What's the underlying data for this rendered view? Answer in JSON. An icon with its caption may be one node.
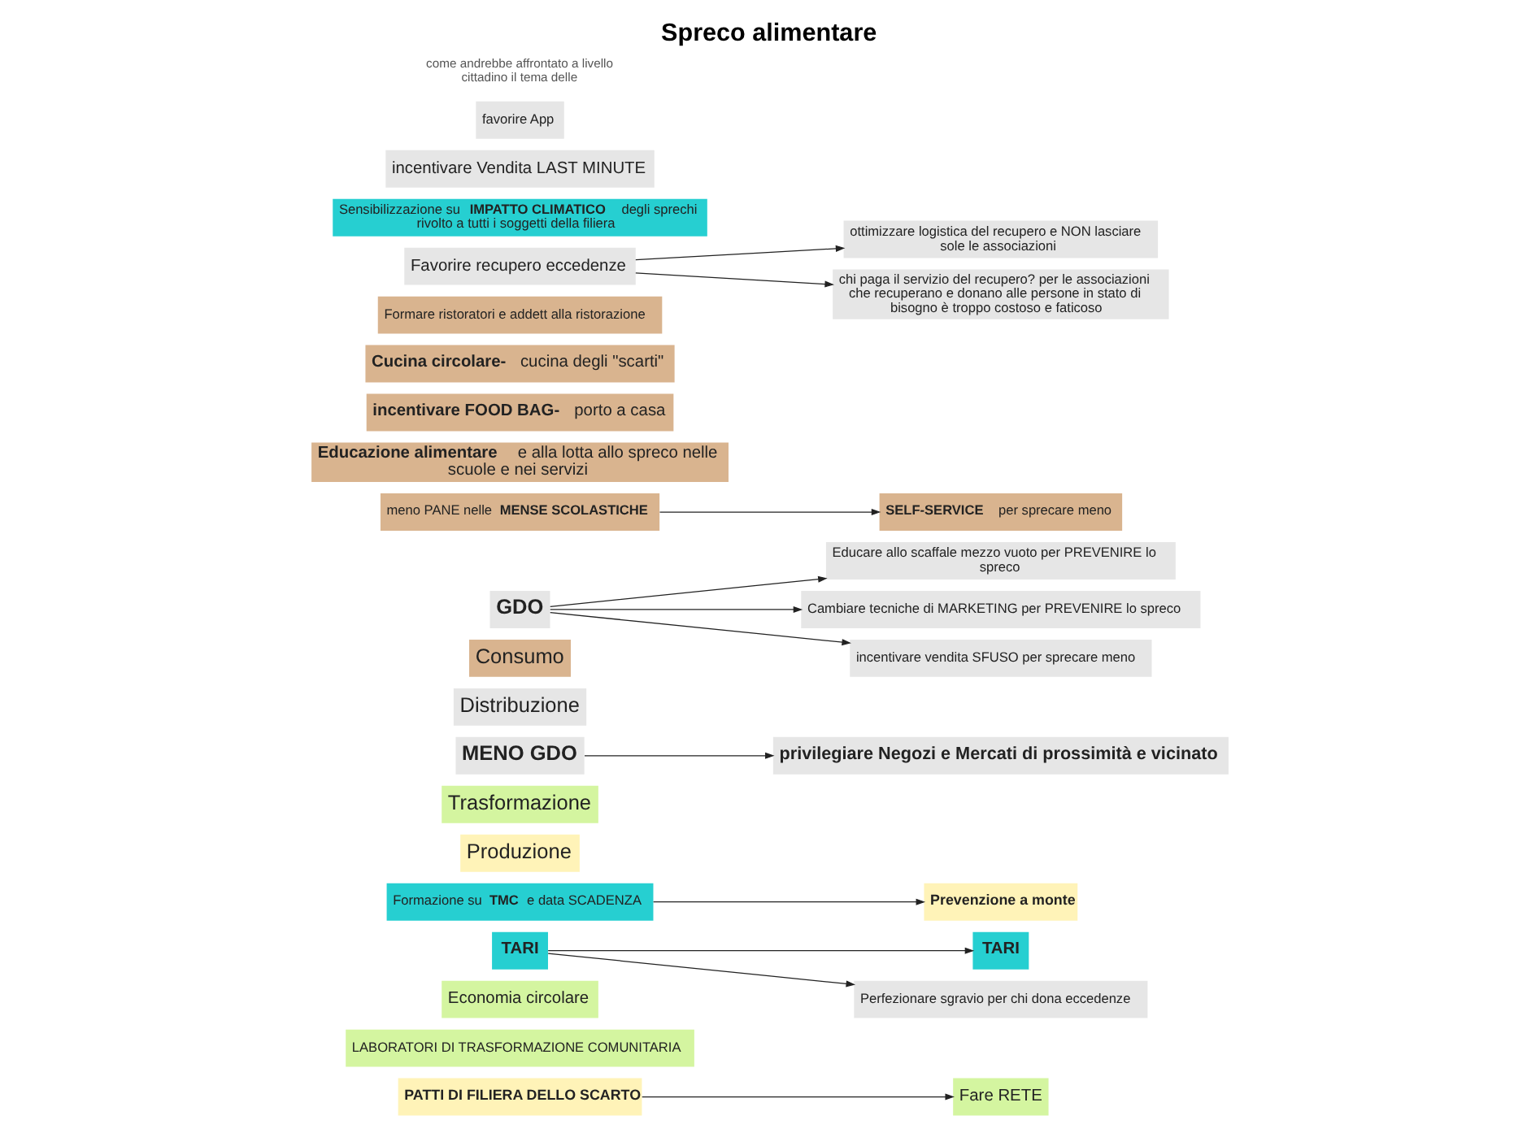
{
  "diagram": {
    "title": "Spreco alimentare",
    "nodes": [
      {
        "text": [
          "PATTI DI FILIERA DELLO SCARTO"
        ]
      },
      {
        "text": [
          "Fare RETE"
        ]
      },
      {
        "text": [
          "LABORATORI DI TRASFORMAZIONE COMUNITARIA"
        ]
      },
      {
        "text": [
          "Economia circolare"
        ]
      },
      {
        "text": [
          "TARI"
        ]
      },
      {
        "text": [
          "Prevenzione a monte"
        ]
      },
      {
        "text": [
          "Produzione"
        ]
      },
      {
        "text": [
          "Trasformazione"
        ]
      },
      {
        "text": [
          "MENO GDO"
        ]
      },
      {
        "text": [
          "privilegiare Negozi e Mercati di prossimità e vicinato"
        ]
      },
      {
        "text": [
          "Distribuzione"
        ]
      },
      {
        "text": [
          "Consumo"
        ]
      },
      {
        "text": [
          "GDO"
        ]
      },
      {
        "text": [
          "Educare allo scaffale mezzo vuoto per PREVENIRE lo spreco"
        ]
      },
      {
        "text": [
          "Cambiare tecniche di MARKETING per PREVENIRE lo spreco"
        ]
      },
      {
        "text": [
          "incentivare vendita SFUSO per sprecare meno"
        ]
      },
      {
        "text": [
          "Formazione su **TMC** e data SCADENZA"
        ]
      },
      {
        "text": [
          "meno PANE nelle **MENSE SCOLASTICHE**"
        ]
      },
      {
        "text": [
          "**SELF-SERVICE** per sprecare meno"
        ]
      },
      {
        "text": [
          "TARI"
        ]
      },
      {
        "text": [
          "Perfezionare sgravio per chi dona eccedenze"
        ]
      },
      {
        "text": [
          "**Educazione alimentare** e alla lotta allo spreco nelle scuole e nei servizi"
        ]
      },
      {
        "text": [
          "**incentivare FOOD BAG-**porto a casa"
        ]
      },
      {
        "text": [
          "**Cucina circolare-**cucina degli \"scarti\""
        ]
      },
      {
        "text": [
          "Formare ristoratori e addett alla ristorazione"
        ]
      },
      {
        "text": [
          "Favorire recupero eccedenze"
        ]
      },
      {
        "text": [
          "ottimizzare logistica del recupero e NON lasciare sole le associazioni"
        ]
      },
      {
        "text": [
          "chi paga il servizio del recupero? per le associazioni che recuperano e donano alle persone in stato di bisogno è troppo costoso e faticoso"
        ]
      },
      {
        "text": [
          "Sensibilizzazione su **IMPATTO CLIMATICO** degli sprechi rivolto a tutti i soggetti della filiera"
        ]
      },
      {
        "text": [
          "incentivare Vendita LAST MINUTE"
        ]
      },
      {
        "text": [
          "favorire App"
        ]
      }
    ],
    "edges": [
      {
        "from": 0,
        "to": 1,
        "arrow": "to"
      },
      {
        "from": 19,
        "to": 4,
        "arrow": "to"
      },
      {
        "from": 16,
        "to": 5,
        "arrow": "to"
      },
      {
        "from": 17,
        "to": 18,
        "arrow": "to"
      },
      {
        "from": 19,
        "to": 20,
        "arrow": "to"
      },
      {
        "from": 8,
        "to": 9,
        "arrow": "to"
      },
      {
        "from": 12,
        "to": 13,
        "arrow": "to"
      },
      {
        "from": 12,
        "to": 14,
        "arrow": "to"
      },
      {
        "from": 12,
        "to": 15,
        "arrow": "to"
      },
      {
        "from": 25,
        "to": 26,
        "arrow": "to"
      },
      {
        "from": 25,
        "to": 27,
        "arrow": "to"
      }
    ],
    "labels": [
      "come andrebbe affrontato a livello cittadino il tema delle"
    ]
  }
}
